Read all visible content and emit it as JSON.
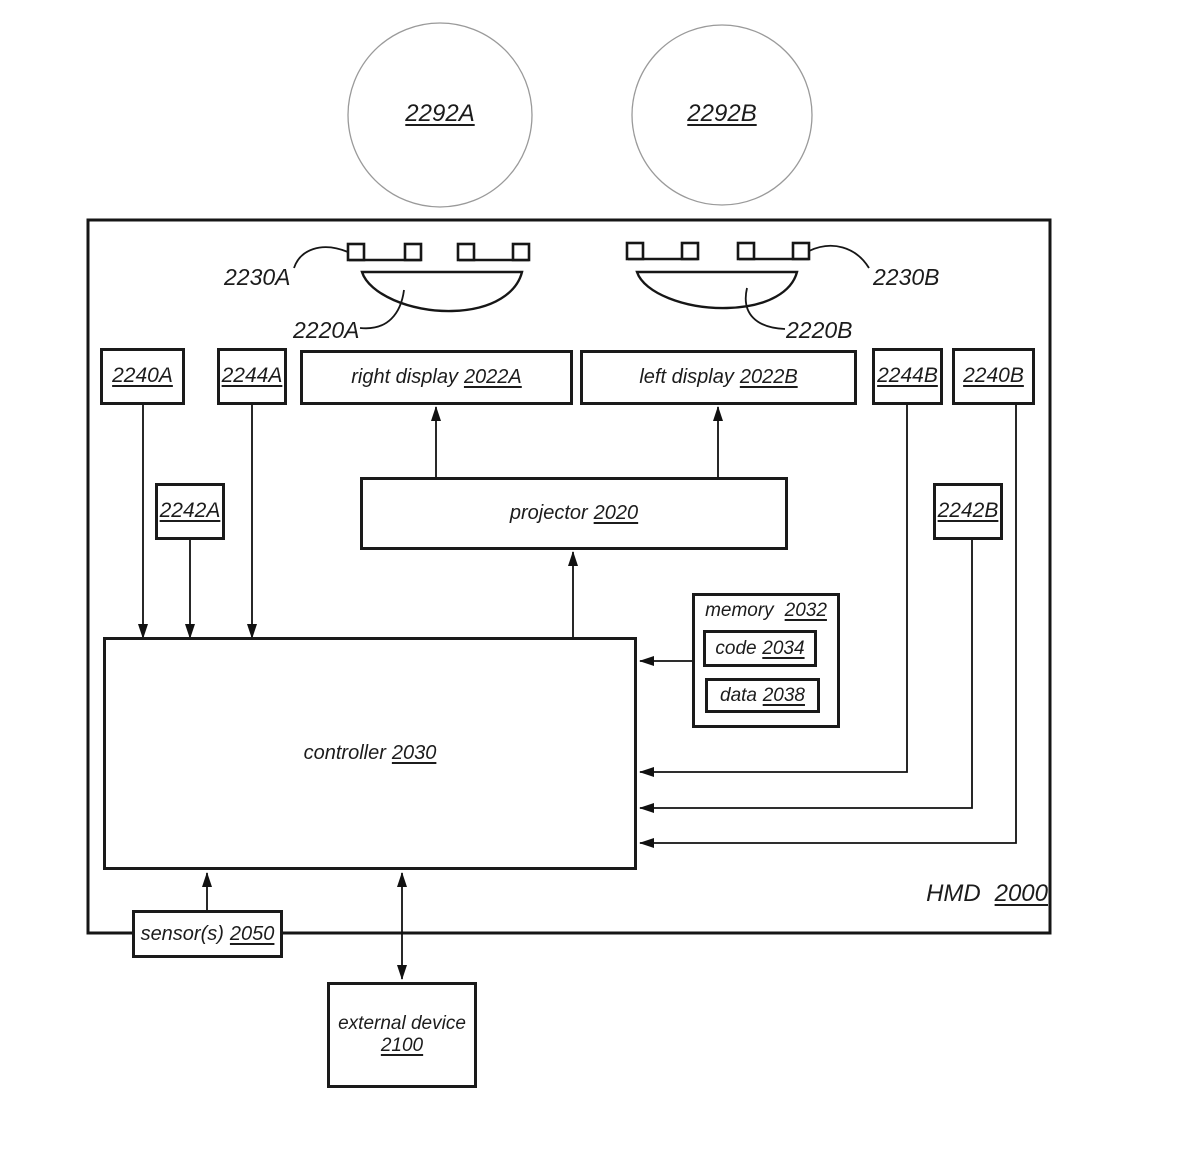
{
  "figure": {
    "eyes": {
      "left": "2292A",
      "right": "2292B"
    },
    "optics": {
      "left_attach": "2230A",
      "left_lens": "2220A",
      "right_attach": "2230B",
      "right_lens": "2220B"
    },
    "boxes": {
      "b2240A": {
        "ref": "2240A"
      },
      "b2244A": {
        "ref": "2244A"
      },
      "right_display": {
        "text": "right display",
        "ref": "2022A"
      },
      "left_display": {
        "text": "left display",
        "ref": "2022B"
      },
      "b2244B": {
        "ref": "2244B"
      },
      "b2240B": {
        "ref": "2240B"
      },
      "b2242A": {
        "ref": "2242A"
      },
      "b2242B": {
        "ref": "2242B"
      },
      "projector": {
        "text": "projector",
        "ref": "2020"
      },
      "memory": {
        "text": "memory",
        "ref": "2032"
      },
      "code": {
        "text": "code",
        "ref": "2034"
      },
      "data": {
        "text": "data",
        "ref": "2038"
      },
      "controller": {
        "text": "controller",
        "ref": "2030"
      },
      "sensors": {
        "text": "sensor(s)",
        "ref": "2050"
      },
      "external_device": {
        "text": "external device",
        "ref": "2100"
      }
    },
    "hmd": {
      "text": "HMD",
      "ref": "2000"
    }
  }
}
